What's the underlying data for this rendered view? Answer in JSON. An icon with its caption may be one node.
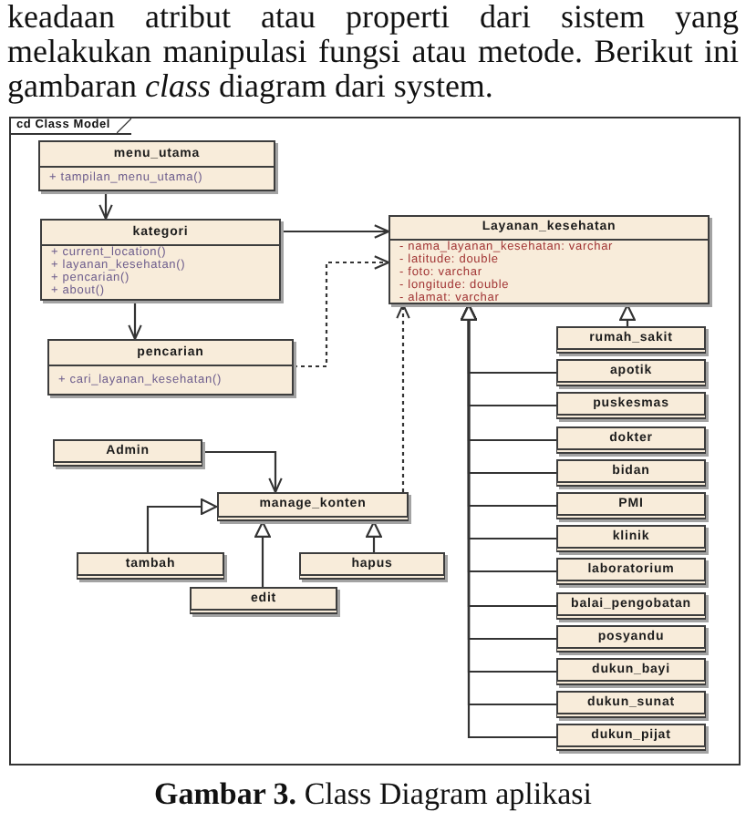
{
  "diagram": {
    "caption": "**Gambar 3.** Class Diagram aplikasi",
    "nodes": [
      {
        "text": [
          "cd Class Model"
        ]
      },
      {
        "text": [
          "menu_utama",
          "+ tampilan_menu_utama()"
        ],
        "in": 0
      },
      {
        "text": [
          "kategori",
          "+ current_location()",
          "+ layanan_kesehatan()",
          "+ pencarian()",
          "+ about()"
        ],
        "in": 0
      },
      {
        "text": [
          "Layanan_kesehatan",
          "- nama_layanan_kesehatan: varchar",
          "- latitude: double",
          "- foto: varchar",
          "- longitude: double",
          "- alamat: varchar"
        ],
        "in": 0
      },
      {
        "text": [
          "pencarian",
          "+ cari_layanan_kesehatan()"
        ],
        "in": 0
      },
      {
        "text": [
          "rumah_sakit"
        ],
        "in": 0
      },
      {
        "text": [
          "apotik"
        ],
        "in": 0
      },
      {
        "text": [
          "puskesmas"
        ],
        "in": 0
      },
      {
        "text": [
          "dokter"
        ],
        "in": 0
      },
      {
        "text": [
          "bidan"
        ],
        "in": 0
      },
      {
        "text": [
          "PMI"
        ],
        "in": 0
      },
      {
        "text": [
          "klinik"
        ],
        "in": 0
      },
      {
        "text": [
          "laboratorium"
        ],
        "in": 0
      },
      {
        "text": [
          "balai_pengobatan"
        ],
        "in": 0
      },
      {
        "text": [
          "posyandu"
        ],
        "in": 0
      },
      {
        "text": [
          "dukun_bayi"
        ],
        "in": 0
      },
      {
        "text": [
          "dukun_sunat"
        ],
        "in": 0
      },
      {
        "text": [
          "dukun_pijat"
        ],
        "in": 0
      },
      {
        "text": [
          "Admin"
        ],
        "in": 0
      },
      {
        "text": [
          "manage_konten"
        ],
        "in": 0
      },
      {
        "text": [
          "tambah"
        ],
        "in": 0
      },
      {
        "text": [
          "hapus"
        ],
        "in": 0
      },
      {
        "text": [
          "edit"
        ],
        "in": 0
      }
    ],
    "edges": [
      {
        "from": 1,
        "to": 2,
        "arrow": "to"
      },
      {
        "from": 2,
        "to": 3,
        "arrow": "to"
      },
      {
        "from": 2,
        "to": 4,
        "arrow": "to"
      },
      {
        "from": 4,
        "to": 3,
        "arrow": "to",
        "style": "dashed"
      },
      {
        "from": 19,
        "to": 3,
        "arrow": "to",
        "style": "dashed"
      },
      {
        "from": 5,
        "to": 3,
        "arrow": "to"
      },
      {
        "from": 6,
        "to": 3,
        "arrow": "to"
      },
      {
        "from": 7,
        "to": 3,
        "arrow": "to"
      },
      {
        "from": 8,
        "to": 3,
        "arrow": "to"
      },
      {
        "from": 9,
        "to": 3,
        "arrow": "to"
      },
      {
        "from": 10,
        "to": 3,
        "arrow": "to"
      },
      {
        "from": 11,
        "to": 3,
        "arrow": "to"
      },
      {
        "from": 12,
        "to": 3,
        "arrow": "to"
      },
      {
        "from": 13,
        "to": 3,
        "arrow": "to"
      },
      {
        "from": 14,
        "to": 3,
        "arrow": "to"
      },
      {
        "from": 15,
        "to": 3,
        "arrow": "to"
      },
      {
        "from": 16,
        "to": 3,
        "arrow": "to"
      },
      {
        "from": 17,
        "to": 3,
        "arrow": "to"
      },
      {
        "from": 18,
        "to": 19,
        "arrow": "to"
      },
      {
        "from": 20,
        "to": 19,
        "arrow": "to"
      },
      {
        "from": 22,
        "to": 19,
        "arrow": "to"
      },
      {
        "from": 21,
        "to": 19,
        "arrow": "to"
      }
    ],
    "labels": [
      "keadaan atribut atau properti dari sistem yang melakukan manipulasi fungsi atau metode. Berikut ini gambaran *class* diagram dari system."
    ]
  }
}
